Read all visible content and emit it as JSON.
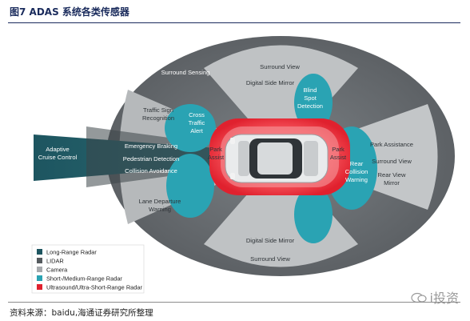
{
  "figure": {
    "title": "图7  ADAS 系统各类传感器",
    "source": "资料来源：baidu,海通证券研究所整理",
    "watermark": "i投资"
  },
  "zones": {
    "adaptive_cruise_control": "Adaptive\nCruise Control",
    "surround_sensing": "Surround Sensing",
    "surround_view_top": "Surround View",
    "digital_side_mirror_top": "Digital Side Mirror",
    "blind_spot_detection": "Blind\nSpot\nDetection",
    "traffic_sign_recognition": "Traffic Sign\nRecognition",
    "cross_traffic_alert": "Cross\nTraffic\nAlert",
    "emergency_braking": "Emergency Braking",
    "pedestrian_detection": "Pedestrian Detection",
    "collision_avoidance": "Collision Avoidance",
    "park_assist_left": "Park\nAssist",
    "park_assist_right": "Park\nAssist",
    "rear_collision_warning": "Rear\nCollision\nWarning",
    "park_assistance": "Park Assistance",
    "surround_view_right": "Surround View",
    "rear_view_mirror": "Rear View\nMirror",
    "lane_departure_warning": "Lane Departure\nWarning",
    "digital_side_mirror_bottom": "Digital Side Mirror",
    "surround_view_bottom": "Surround View"
  },
  "legend": [
    {
      "label": "Long-Range Radar",
      "color": "#1d5560"
    },
    {
      "label": "LIDAR",
      "color": "#555a5e"
    },
    {
      "label": "Camera",
      "color": "#a6a9ac"
    },
    {
      "label": "Short-/Medium-Range Radar",
      "color": "#2aa3b3"
    },
    {
      "label": "Ultrasound/Ultra-Short-Range Radar",
      "color": "#e0212e"
    }
  ],
  "colors": {
    "long_range_radar": "#1d5560",
    "lidar": "#555a5e",
    "camera": "#a6a9ac",
    "short_medium_radar": "#2aa3b3",
    "ultrasound": "#e0212e"
  }
}
